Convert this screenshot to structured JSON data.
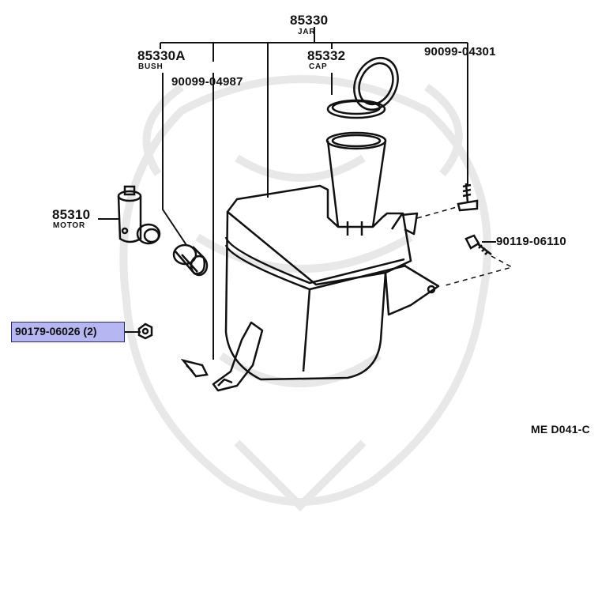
{
  "labels": {
    "jar_number": "85330",
    "jar_name": "JAR",
    "bush_number": "85330A",
    "bush_name": "BUSH",
    "clip_number": "90099-04987",
    "cap_number": "85332",
    "cap_name": "CAP",
    "screw_number": "90099-04301",
    "motor_number": "85310",
    "motor_name": "MOTOR",
    "bolt_number": "90119-06110",
    "nut_number": "90179-06026",
    "nut_qty": "(2)",
    "diagram_code": "ME D041-C"
  },
  "highlight_color": "#b6b6f2",
  "line_color": "#111111"
}
